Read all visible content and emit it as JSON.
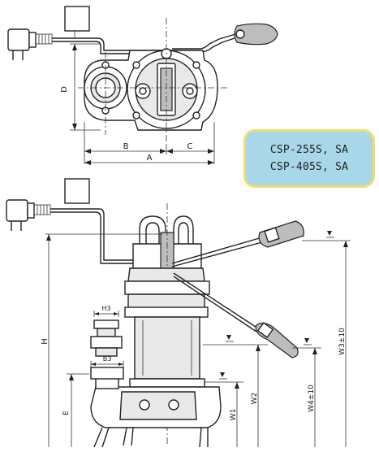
{
  "models": [
    "CSP-255S, SA",
    "CSP-405S, SA"
  ],
  "top_view_dimensions": {
    "a": "A",
    "b": "B",
    "c": "C",
    "d": "D"
  },
  "side_view_dimensions": {
    "h": "H",
    "h3": "H3",
    "b3": "B3",
    "e": "E",
    "w1": "W1",
    "w2": "W2",
    "w4": "W4±10",
    "w3": "W3±10"
  },
  "colors": {
    "label_fill": "#a8d7ea",
    "label_border": "#f2dd6b"
  }
}
